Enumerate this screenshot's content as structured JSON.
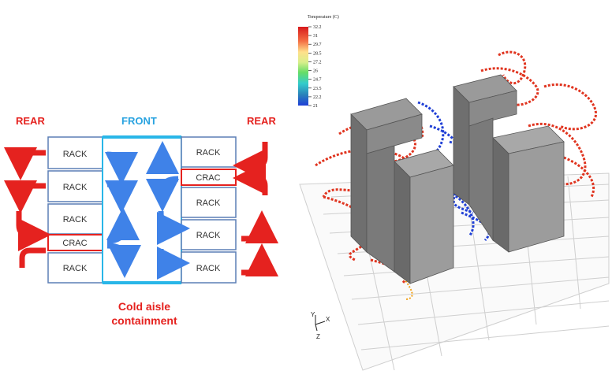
{
  "left_diagram": {
    "rear_left": "REAR",
    "front": "FRONT",
    "rear_right": "REAR",
    "left_column": [
      "RACK",
      "RACK",
      "RACK",
      "CRAC",
      "RACK"
    ],
    "right_column": [
      "RACK",
      "CRAC",
      "RACK",
      "RACK",
      "RACK"
    ],
    "caption_line1": "Cold aisle",
    "caption_line2": "containment",
    "colors": {
      "hot": "#e5221f",
      "cold": "#3f82e8",
      "aisle": "#29b6e8",
      "box_border": "#5b7fb5"
    }
  },
  "right_figure": {
    "legend_title": "Temperature (C)",
    "legend_ticks": [
      "32.2",
      "31",
      "29.7",
      "28.5",
      "27.2",
      "26",
      "24.7",
      "23.5",
      "22.2",
      "21"
    ],
    "axis_y": "Y",
    "axis_x": "X",
    "axis_z": "Z"
  }
}
